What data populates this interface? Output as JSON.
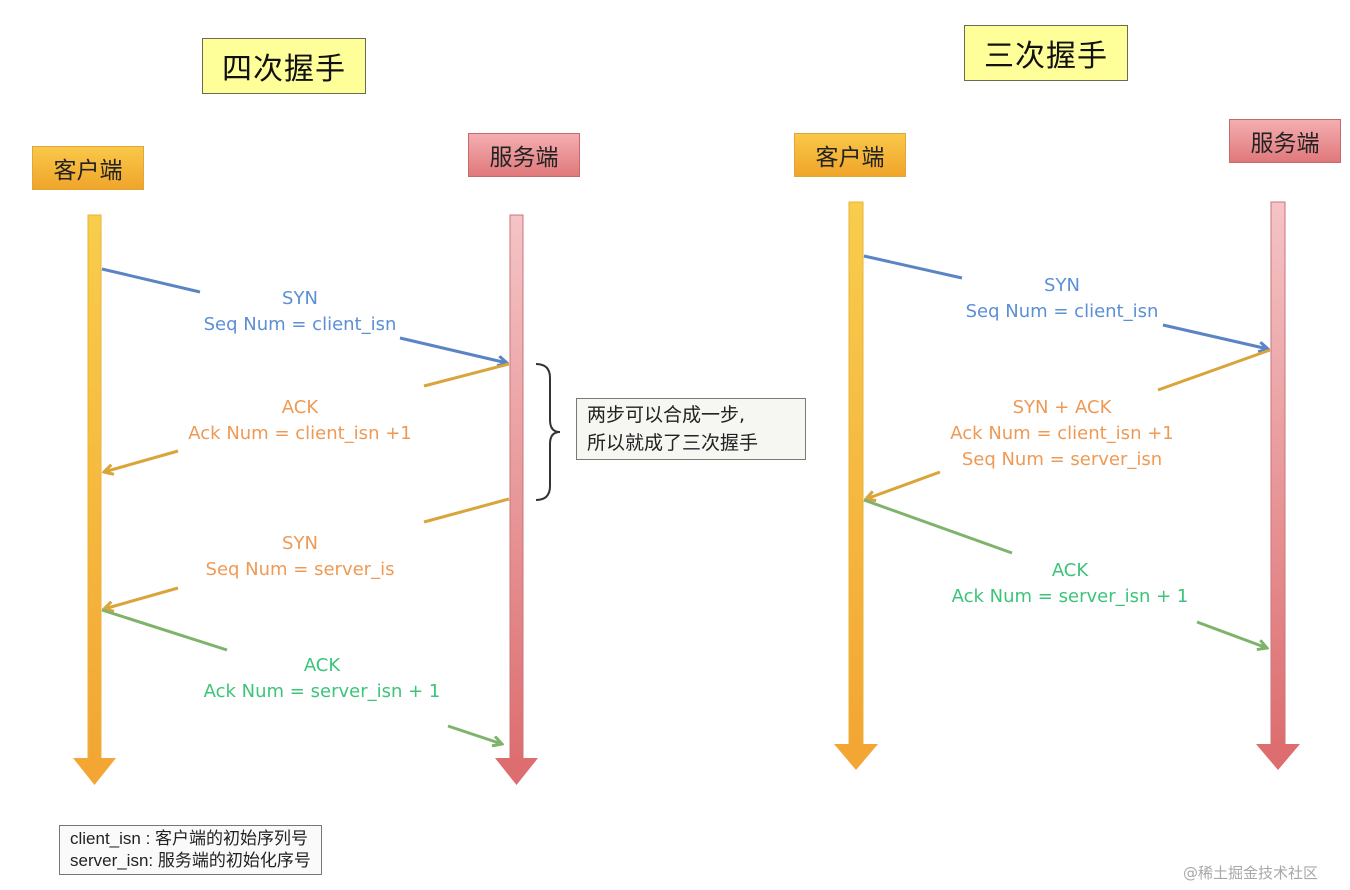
{
  "left_panel": {
    "title": "四次握手",
    "client_label": "客户端",
    "server_label": "服务端",
    "messages": [
      {
        "direction": "client-to-server",
        "color": "#5b84c4",
        "text_color": "#5b8fd6",
        "lines": [
          "SYN",
          "Seq Num = client_isn"
        ]
      },
      {
        "direction": "server-to-client",
        "color": "#d9a43a",
        "text_color": "#ee9a55",
        "lines": [
          "ACK",
          "Ack Num =  client_isn +1"
        ]
      },
      {
        "direction": "server-to-client",
        "color": "#d9a43a",
        "text_color": "#ee9a55",
        "lines": [
          "SYN",
          "Seq Num = server_is"
        ]
      },
      {
        "direction": "client-to-server",
        "color": "#7fb36a",
        "text_color": "#3cc47a",
        "lines": [
          "ACK",
          "Ack Num = server_isn + 1"
        ]
      }
    ],
    "note": [
      "两步可以合成一步,",
      "所以就成了三次握手"
    ]
  },
  "right_panel": {
    "title": "三次握手",
    "client_label": "客户端",
    "server_label": "服务端",
    "messages": [
      {
        "direction": "client-to-server",
        "color": "#5b84c4",
        "text_color": "#5b8fd6",
        "lines": [
          "SYN",
          "Seq Num = client_isn"
        ]
      },
      {
        "direction": "server-to-client",
        "color": "#d9a43a",
        "text_color": "#ee9a55",
        "lines": [
          "SYN + ACK",
          "Ack Num =  client_isn +1",
          "Seq Num = server_isn"
        ]
      },
      {
        "direction": "client-to-server",
        "color": "#7fb36a",
        "text_color": "#3cc47a",
        "lines": [
          "ACK",
          "Ack Num = server_isn + 1"
        ]
      }
    ]
  },
  "legend": {
    "lines": [
      "client_isn :  客户端的初始序列号",
      "server_isn:  服务端的初始化序号"
    ]
  },
  "watermark": "@稀土掘金技术社区",
  "colors": {
    "title_bg": "#ffff99",
    "client_lifeline": "#f5b335",
    "server_lifeline": "#e07a7c"
  }
}
